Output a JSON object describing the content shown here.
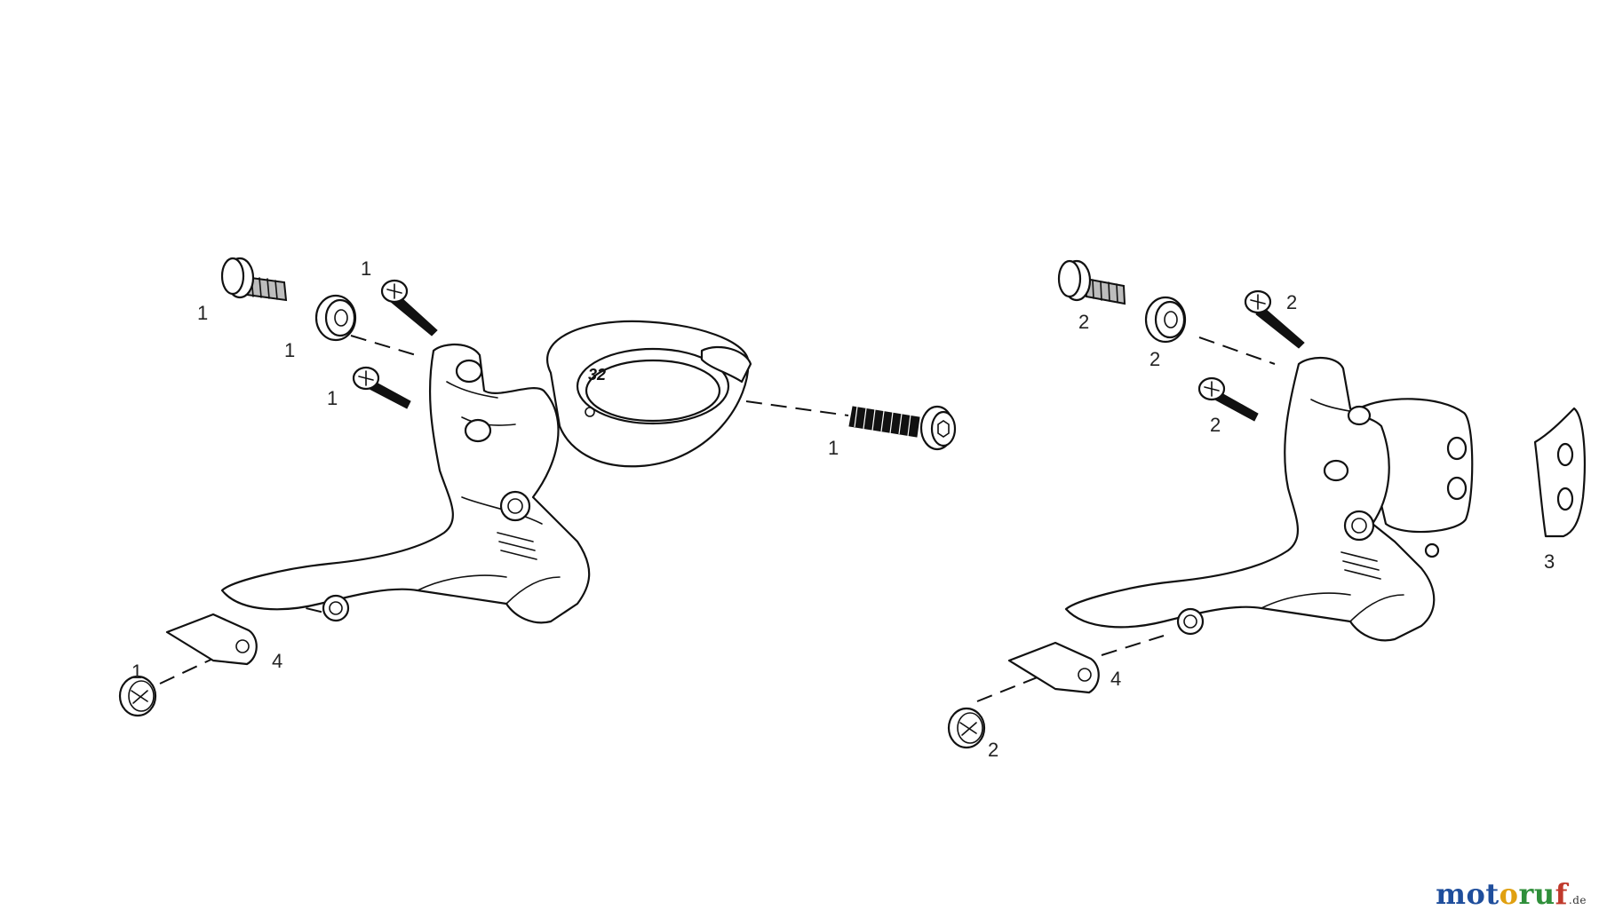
{
  "ring_marking": "32",
  "left_assembly": {
    "callouts": {
      "cap_screw": "1",
      "washer": "1",
      "upper_screw": "1",
      "lower_screw": "1",
      "long_bolt": "1",
      "chain_guard": "4",
      "guard_screw": "1"
    }
  },
  "right_assembly": {
    "callouts": {
      "cap_screw": "2",
      "washer": "2",
      "upper_screw": "2",
      "lower_screw": "2",
      "shim": "3",
      "chain_guard": "4",
      "guard_screw": "2"
    }
  },
  "watermark": {
    "letters": [
      {
        "ch": "m",
        "color": "#1f4e9c"
      },
      {
        "ch": "o",
        "color": "#1f4e9c"
      },
      {
        "ch": "t",
        "color": "#1f4e9c"
      },
      {
        "ch": "o",
        "color": "#e0a010"
      },
      {
        "ch": "r",
        "color": "#2f8f3a"
      },
      {
        "ch": "u",
        "color": "#2f8f3a"
      },
      {
        "ch": "f",
        "color": "#c0392b"
      }
    ],
    "tld": ".de"
  }
}
